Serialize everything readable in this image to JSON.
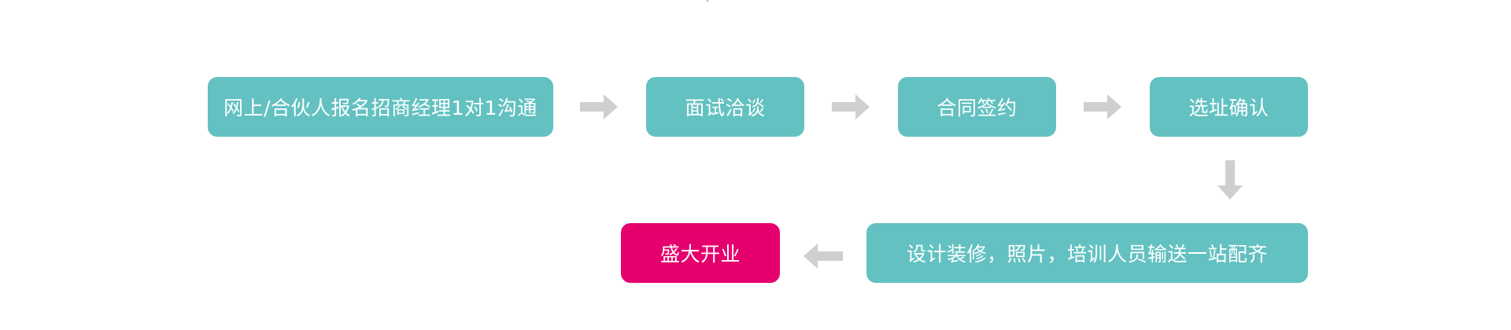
{
  "diagram": {
    "steps": [
      {
        "label": "网上/合伙人报名招商经理1对1沟通",
        "color": "#64c1c1"
      },
      {
        "label": "面试洽谈",
        "color": "#64c1c1"
      },
      {
        "label": "合同签约",
        "color": "#64c1c1"
      },
      {
        "label": "选址确认",
        "color": "#64c1c1"
      },
      {
        "label": "设计装修，照片，培训人员输送一站配齐",
        "color": "#64c1c1"
      },
      {
        "label": "盛大开业",
        "color": "#e6006e"
      }
    ],
    "arrow_color": "#cfcfcf",
    "arrows": [
      {
        "icon": "arrow-right-icon"
      },
      {
        "icon": "arrow-right-icon"
      },
      {
        "icon": "arrow-right-icon"
      },
      {
        "icon": "arrow-down-icon"
      },
      {
        "icon": "arrow-left-icon"
      }
    ]
  }
}
